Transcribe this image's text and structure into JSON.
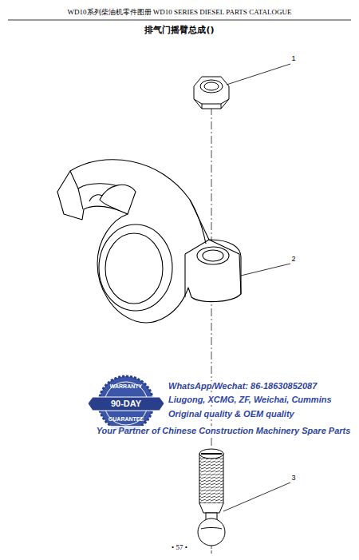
{
  "diagram": {
    "title": "排气门摇臂总成()",
    "labels": [
      "WD10系列柴油机零件图册 WD10 SERIES DIESEL PARTS CATALOGUE",
      "1",
      "2",
      "3",
      "WARRANTY",
      "90-DAY",
      "GUARANTEE",
      "WhatsApp/Wechat: 86-18630852087",
      "Liugong, XCMG, ZF, Weichai, Cummins",
      "Original quality & OEM quality",
      "Your Partner of Chinese Construction Machinery Spare Parts",
      "• 57 •"
    ]
  }
}
